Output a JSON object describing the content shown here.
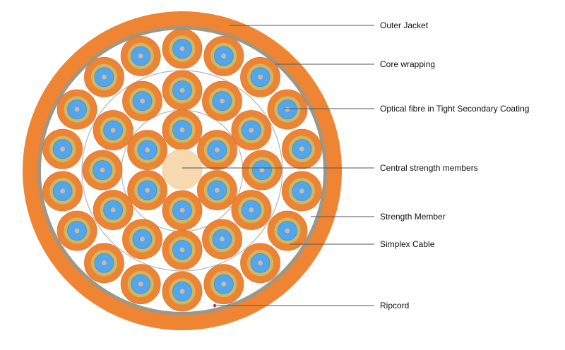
{
  "labels": {
    "outer_jacket": "Outer Jacket",
    "core_wrapping": "Core wrapping",
    "optical_fibre": "Optical fibre in Tight Secondary Coating",
    "central_strength": "Central strength members",
    "strength_member": "Strength Member",
    "simplex_cable": "Simplex Cable",
    "ripcord": "Ripcord"
  },
  "structure": {
    "central_members": 1,
    "inner_ring_units": 6,
    "middle_ring_units": 12,
    "outer_ring_units": 18
  },
  "colors": {
    "jacket": "#ef8433",
    "wrapping": "#9b9889",
    "unit_outer": "#ee8433",
    "unit_coating": "#d9b35c",
    "fibre": "#4ea7ef",
    "core": "#b9bcc4",
    "central": "#f6d9ae",
    "ring_line": "#b5b5b5",
    "leader": "#555555",
    "ripcord": "#cc2222"
  }
}
